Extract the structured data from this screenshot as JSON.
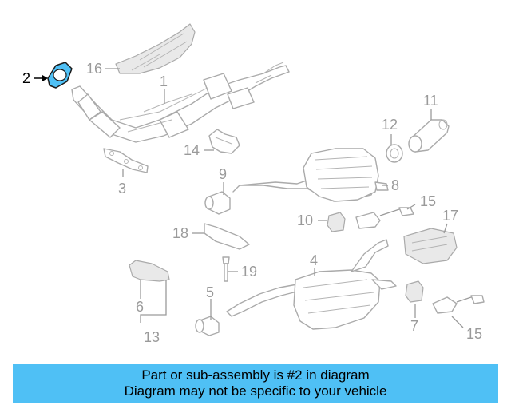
{
  "diagram": {
    "highlight_color": "#4fc0f5",
    "callouts": {
      "c1": "1",
      "c2": "2",
      "c3": "3",
      "c4": "4",
      "c5": "5",
      "c6": "6",
      "c7": "7",
      "c8": "8",
      "c9": "9",
      "c10": "10",
      "c11": "11",
      "c12": "12",
      "c13": "13",
      "c14": "14",
      "c15a": "15",
      "c15b": "15",
      "c16": "16",
      "c17": "17",
      "c18": "18",
      "c19": "19"
    }
  },
  "banner": {
    "line1": "Part or sub-assembly is #2 in diagram",
    "line2": "Diagram may not be specific to your vehicle",
    "color": "#4fc0f5"
  }
}
